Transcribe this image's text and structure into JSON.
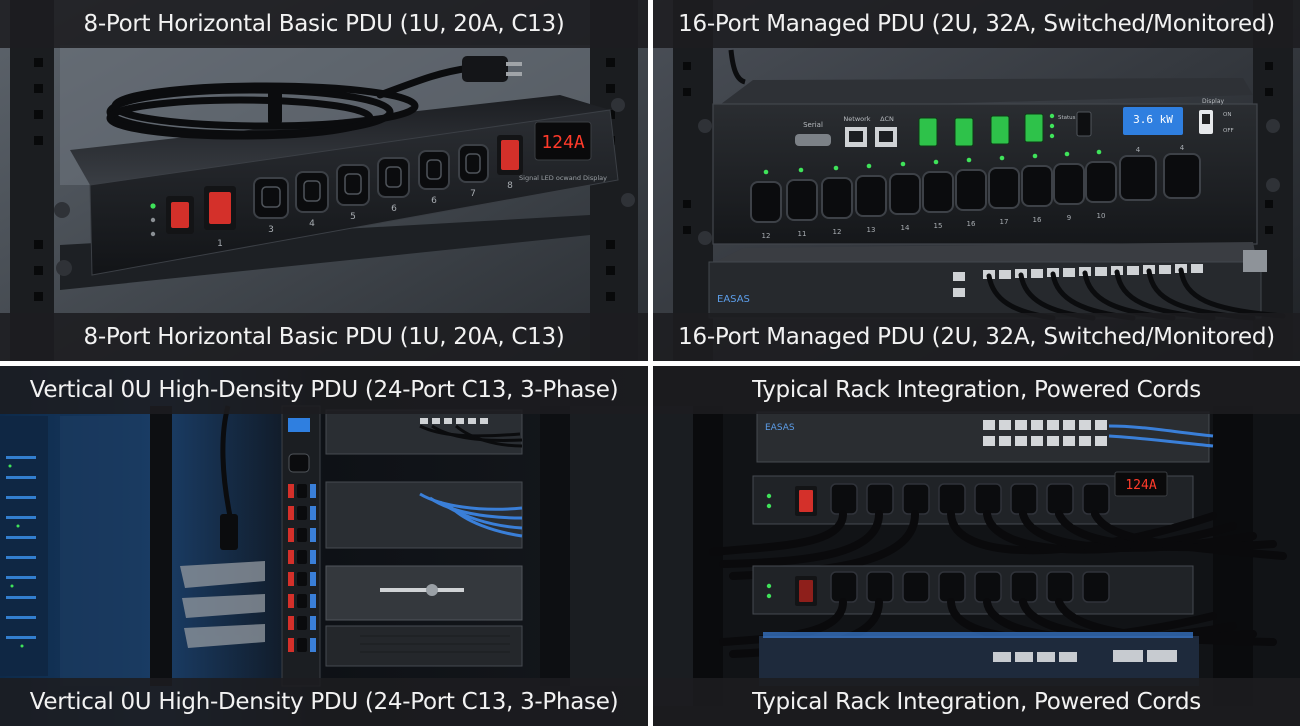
{
  "panels": [
    {
      "id": "horizontal-basic",
      "caption_top": "8-Port Horizontal Basic PDU (1U, 20A, C13)",
      "caption_bottom": "8-Port Horizontal Basic PDU (1U, 20A, C13)",
      "display_value": "124A",
      "port_labels": [
        "1",
        "3",
        "4",
        "5",
        "6",
        "6",
        "7",
        "8"
      ],
      "display_caption": "Signal LED ocwand Display"
    },
    {
      "id": "managed",
      "caption_top": "16-Port Managed PDU (2U, 32A, Switched/Monitored)",
      "caption_bottom": "16-Port Managed PDU (2U, 32A, Switched/Monitored)",
      "display_value": "3.6 kW",
      "labels": {
        "serial": "Serial",
        "network": "Network",
        "lcn": "ΔCN",
        "status": "Status",
        "display": "Display",
        "on": "ON",
        "off": "OFF",
        "switch_brand": "EASAS"
      },
      "port_labels": [
        "12",
        "11",
        "12",
        "13",
        "14",
        "15",
        "16",
        "17",
        "16",
        "9",
        "10",
        "4",
        "4"
      ]
    },
    {
      "id": "vertical-0u",
      "caption_top": "Vertical 0U High-Density PDU (24-Port C13, 3-Phase)",
      "caption_bottom": "Vertical 0U High-Density PDU (24-Port C13, 3-Phase)"
    },
    {
      "id": "rack-integration",
      "caption_top": "Typical Rack Integration, Powered Cords",
      "caption_bottom": "Typical Rack Integration, Powered Cords",
      "display_value": "124A",
      "switch_brand": "EASAS"
    }
  ],
  "colors": {
    "switch_red": "#d4302a",
    "led_green": "#3fe35a",
    "display_red": "#ff3a2a",
    "lcd_blue": "#2f7fe0",
    "cable_blue": "#3a7fd8",
    "caption_bg": "#1c1d20"
  }
}
